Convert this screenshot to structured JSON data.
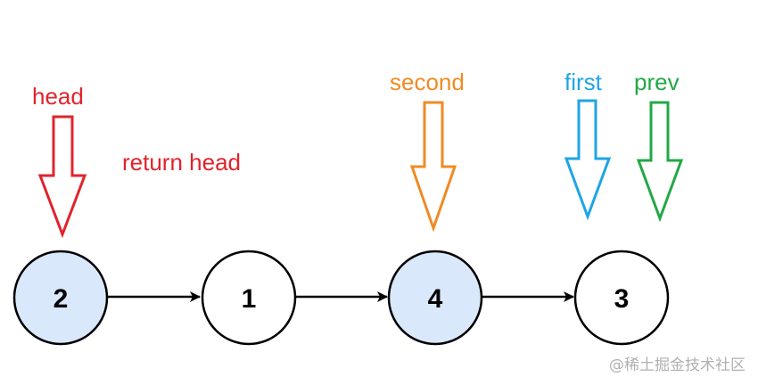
{
  "labels": {
    "head": "head",
    "return_head": "return head",
    "second": "second",
    "first": "first",
    "prev": "prev"
  },
  "nodes": [
    {
      "value": "2",
      "highlighted": true
    },
    {
      "value": "1",
      "highlighted": false
    },
    {
      "value": "4",
      "highlighted": true
    },
    {
      "value": "3",
      "highlighted": false
    }
  ],
  "watermark": "@稀土掘金技术社区",
  "colors": {
    "head": "#e0242c",
    "second": "#f08a24",
    "first": "#1ea5e6",
    "prev": "#22a845",
    "node_highlight_fill": "#dae8fc",
    "node_fill": "#ffffff",
    "stroke": "#000000"
  }
}
